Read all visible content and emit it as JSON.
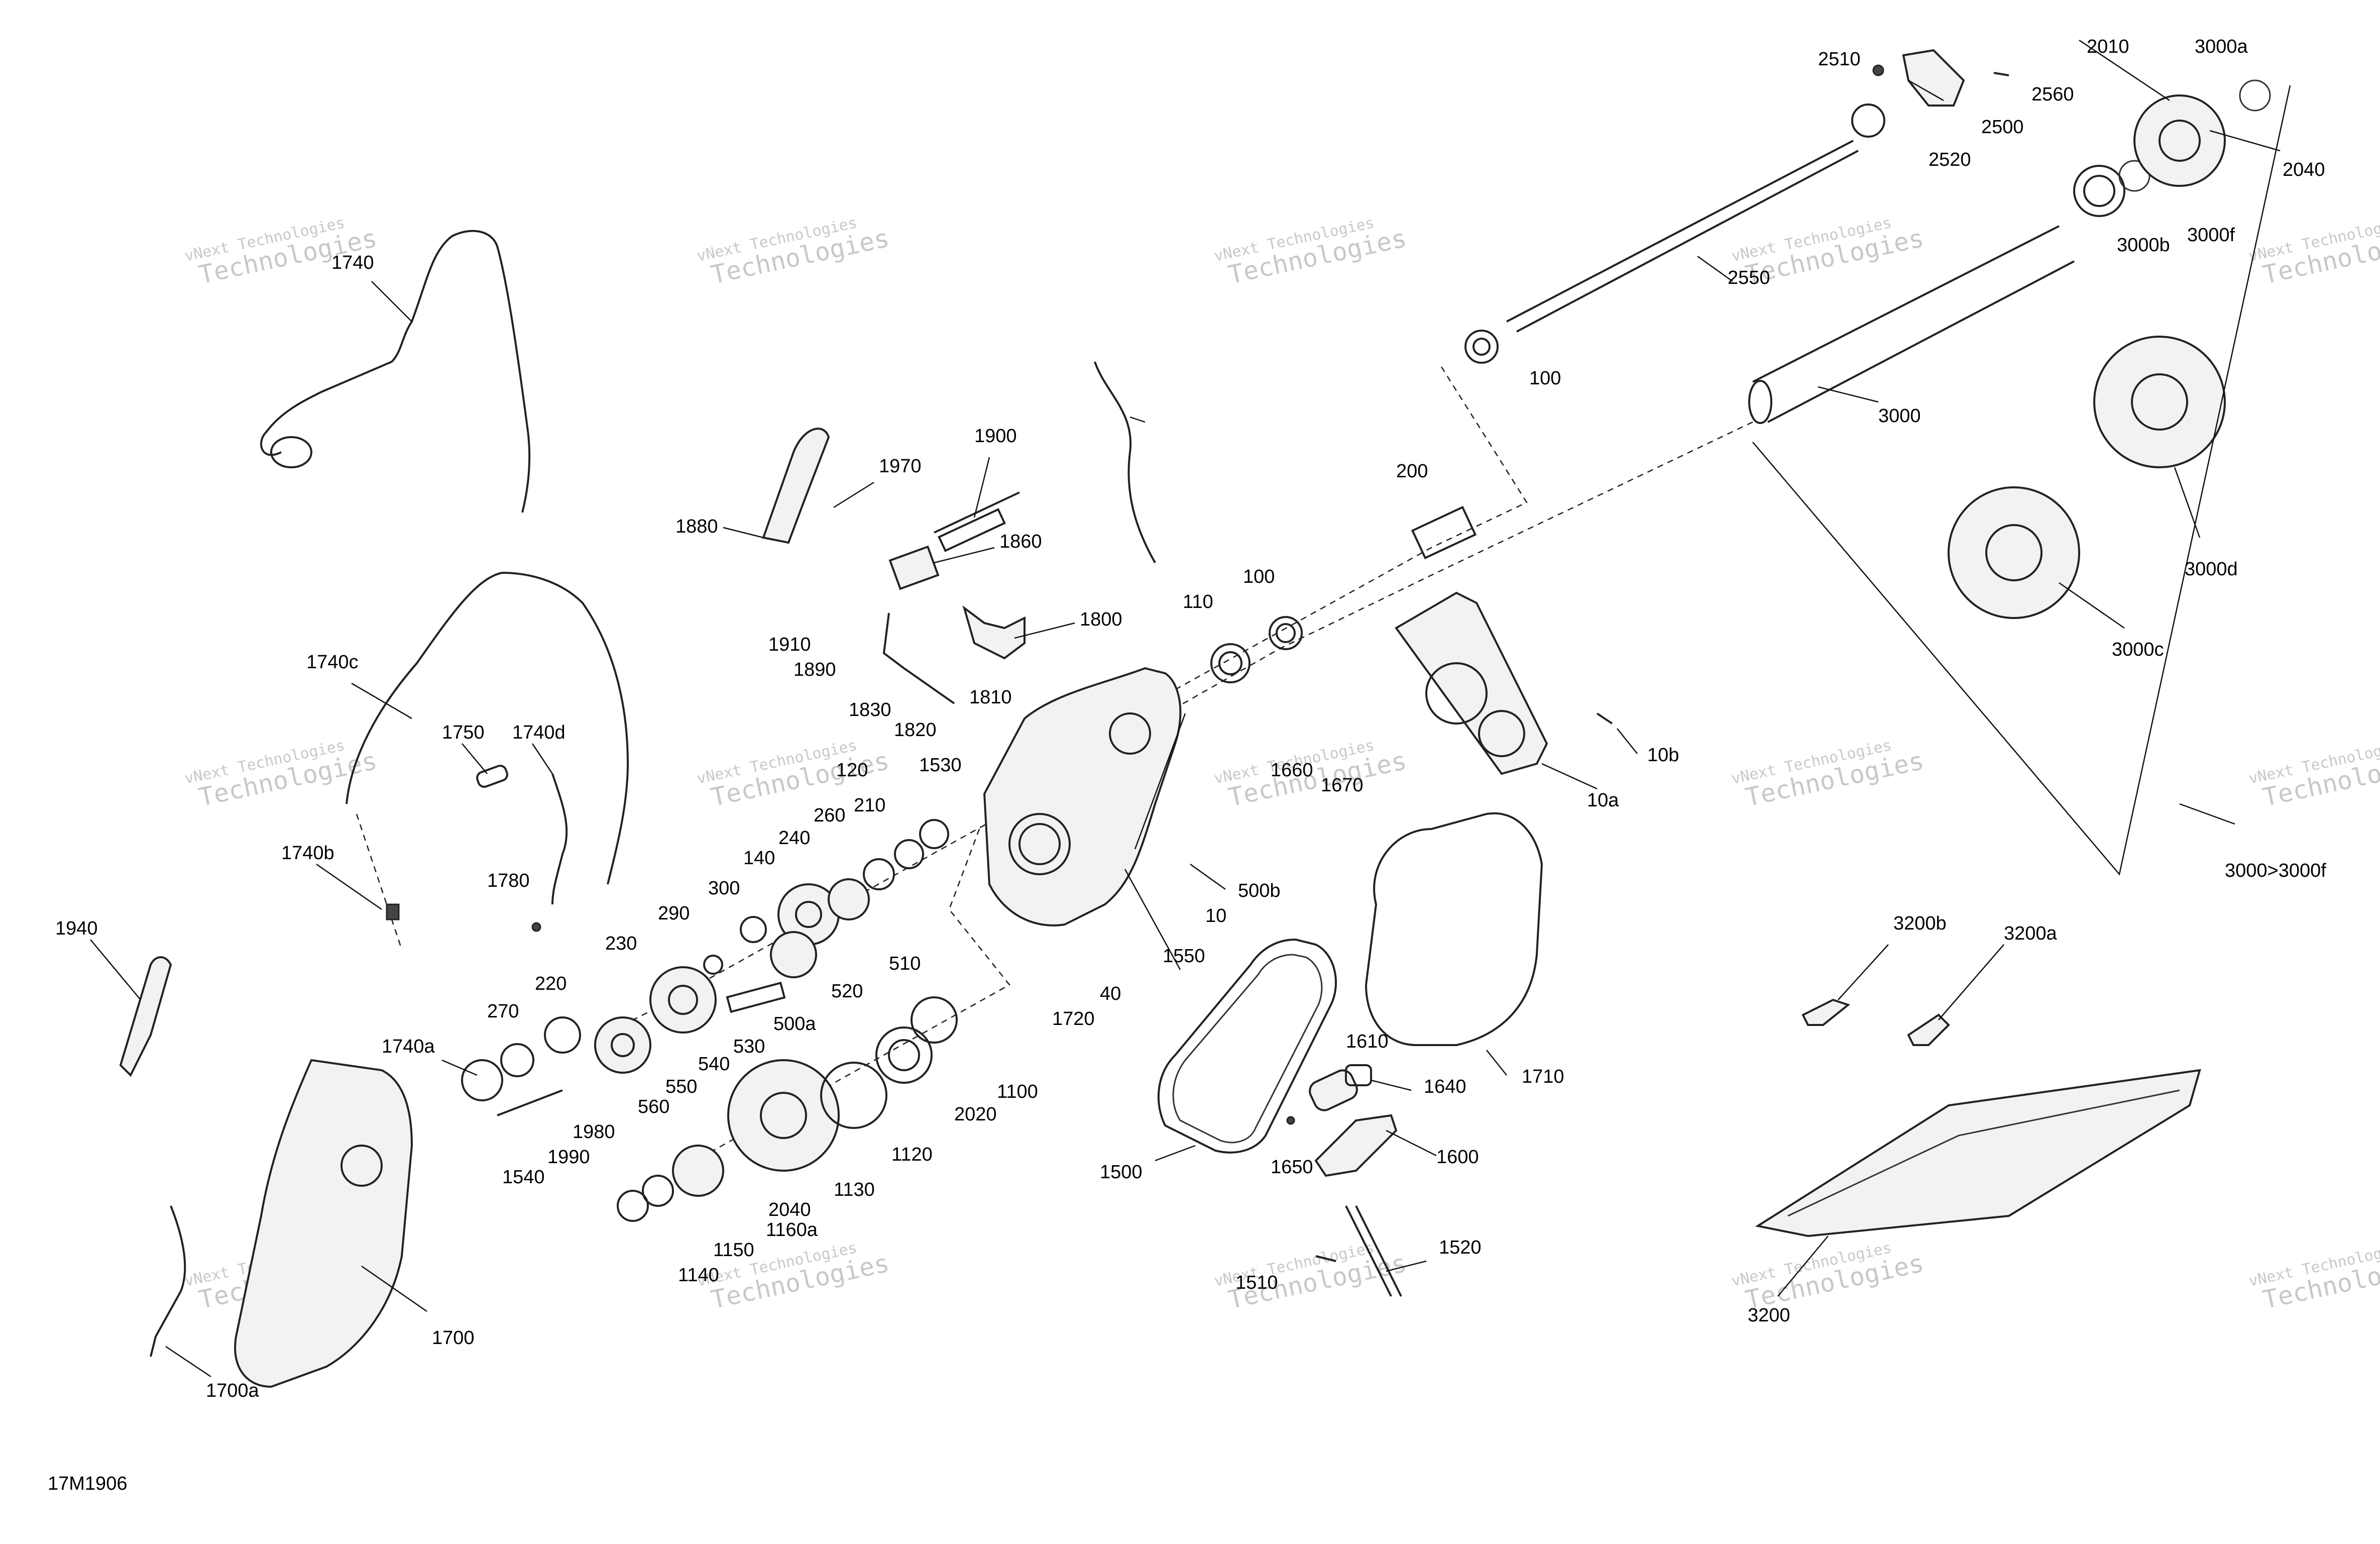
{
  "drawing_ref": "17M1906",
  "watermark": {
    "line1": "vNext Technologies",
    "line2": "vNext",
    "line3": "Technologies"
  },
  "parts": [
    {
      "id": "1740"
    },
    {
      "id": "1740c"
    },
    {
      "id": "1740b"
    },
    {
      "id": "1740a"
    },
    {
      "id": "1740d"
    },
    {
      "id": "1750"
    },
    {
      "id": "1780"
    },
    {
      "id": "1940"
    },
    {
      "id": "1700"
    },
    {
      "id": "1700a"
    },
    {
      "id": "1880"
    },
    {
      "id": "1970"
    },
    {
      "id": "1900"
    },
    {
      "id": "1860"
    },
    {
      "id": "1910"
    },
    {
      "id": "1890"
    },
    {
      "id": "1830"
    },
    {
      "id": "1820"
    },
    {
      "id": "1810"
    },
    {
      "id": "1800"
    },
    {
      "id": "120"
    },
    {
      "id": "1530"
    },
    {
      "id": "210"
    },
    {
      "id": "260"
    },
    {
      "id": "240"
    },
    {
      "id": "140"
    },
    {
      "id": "300"
    },
    {
      "id": "290"
    },
    {
      "id": "510"
    },
    {
      "id": "520"
    },
    {
      "id": "230"
    },
    {
      "id": "500a"
    },
    {
      "id": "530"
    },
    {
      "id": "540"
    },
    {
      "id": "550"
    },
    {
      "id": "560"
    },
    {
      "id": "220"
    },
    {
      "id": "270"
    },
    {
      "id": "1980"
    },
    {
      "id": "1990"
    },
    {
      "id": "1540"
    },
    {
      "id": "1150"
    },
    {
      "id": "1140"
    },
    {
      "id": "2040"
    },
    {
      "id": "1160a"
    },
    {
      "id": "1130"
    },
    {
      "id": "1120"
    },
    {
      "id": "2020"
    },
    {
      "id": "1100"
    },
    {
      "id": "1720"
    },
    {
      "id": "40"
    },
    {
      "id": "1550"
    },
    {
      "id": "10"
    },
    {
      "id": "500b"
    },
    {
      "id": "1660"
    },
    {
      "id": "1670"
    },
    {
      "id": "110"
    },
    {
      "id": "100"
    },
    {
      "id": "200"
    },
    {
      "id": "10a"
    },
    {
      "id": "10b"
    },
    {
      "id": "1500"
    },
    {
      "id": "1610"
    },
    {
      "id": "1640"
    },
    {
      "id": "1650"
    },
    {
      "id": "1600"
    },
    {
      "id": "1710"
    },
    {
      "id": "1510"
    },
    {
      "id": "1520"
    },
    {
      "id": "2510"
    },
    {
      "id": "2560"
    },
    {
      "id": "2500"
    },
    {
      "id": "2520"
    },
    {
      "id": "2550"
    },
    {
      "id": "2010"
    },
    {
      "id": "3000a"
    },
    {
      "id": "2040"
    },
    {
      "id": "3000b"
    },
    {
      "id": "3000f"
    },
    {
      "id": "3000"
    },
    {
      "id": "3000d"
    },
    {
      "id": "3000c"
    },
    {
      "id": "3000>3000f"
    },
    {
      "id": "3200b"
    },
    {
      "id": "3200a"
    },
    {
      "id": "3200"
    }
  ]
}
